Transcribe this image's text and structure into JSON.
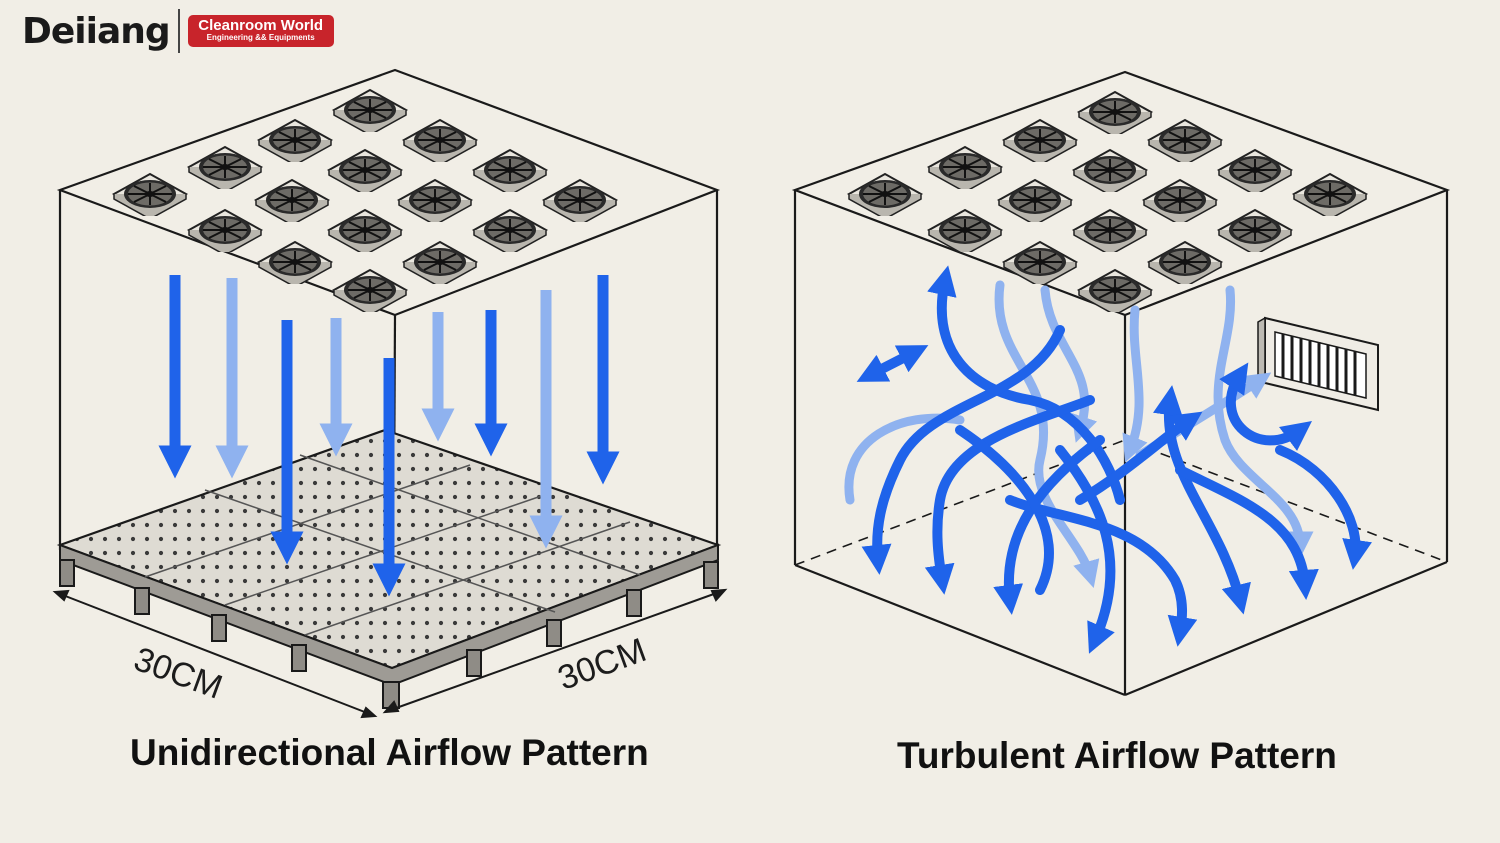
{
  "brand": {
    "name": "Deiiang",
    "badge_title": "Cleanroom World",
    "badge_subtitle": "Engineering && Equipments",
    "badge_color": "#c8242b"
  },
  "left_diagram": {
    "caption": "Unidirectional Airflow Pattern",
    "dimension_left": "30CM",
    "dimension_right": "30CM",
    "arrow_color": "#1f63ea"
  },
  "right_diagram": {
    "caption": "Turbulent Airflow Pattern",
    "arrow_color": "#1f63ea"
  },
  "colors": {
    "background": "#f1eee6",
    "line": "#1a1a1a",
    "floor": "#d9d6cf"
  }
}
